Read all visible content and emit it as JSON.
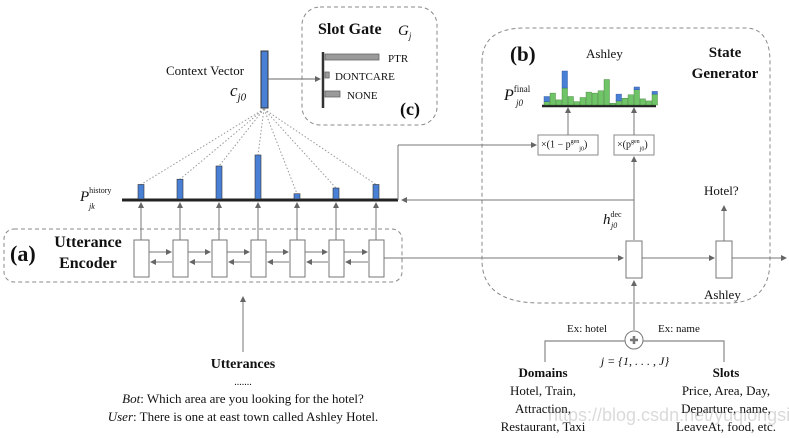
{
  "slot_gate": {
    "title": "Slot Gate",
    "symbol": "G",
    "symbol_sub": "j",
    "label": "(c)",
    "options": [
      {
        "name": "PTR",
        "value": 0.9
      },
      {
        "name": "DONTCARE",
        "value": 0.07
      },
      {
        "name": "NONE",
        "value": 0.25
      }
    ]
  },
  "context_vector": {
    "label": "Context Vector",
    "symbol": "c",
    "symbol_sub": "j0"
  },
  "history": {
    "symbol": "P",
    "sup": "history",
    "sub": "jk",
    "attention": [
      0.33,
      0.45,
      0.75,
      1.0,
      0.12,
      0.25,
      0.33
    ]
  },
  "encoder": {
    "label": "(a)",
    "title_line1": "Utterance",
    "title_line2": "Encoder",
    "cells": 7
  },
  "utterances": {
    "title": "Utterances",
    "ellipsis": ".......",
    "lines": [
      {
        "speaker": "Bot",
        "text": ": Which area are you looking for the hotel?"
      },
      {
        "speaker": "User",
        "text": ": There is one at east town called Ashley Hotel."
      }
    ]
  },
  "state_generator": {
    "label": "(b)",
    "title_line1": "State",
    "title_line2": "Generator",
    "output_word": "Ashley",
    "final_symbol": "P",
    "final_sup": "final",
    "final_sub": "j0",
    "gate_left": "×(1 − p",
    "gate_right": "×(p",
    "gen_sup": "gen",
    "gen_sub": "j0",
    "hidden_symbol": "h",
    "hidden_sup": "dec",
    "hidden_sub": "j0",
    "next_output": "Hotel?",
    "next_input": "Ashley",
    "final_dist": {
      "green": [
        0.1,
        0.35,
        0.15,
        0.5,
        0.25,
        0.1,
        0.22,
        0.38,
        0.35,
        0.42,
        0.75,
        0.05,
        0.12,
        0.2,
        0.3,
        0.45,
        0.18,
        0.12,
        0.32
      ],
      "blue": [
        0.15,
        0,
        0,
        0.5,
        0,
        0,
        0,
        0,
        0,
        0,
        0,
        0,
        0.2,
        0,
        0,
        0.08,
        0,
        0,
        0.08
      ]
    }
  },
  "inputs": {
    "domain_example": "Ex: hotel",
    "slot_example": "Ex: name",
    "index_formula": "j = {1, . . . , J}",
    "domains_title": "Domains",
    "domains_lines": [
      "Hotel, Train,",
      "Attraction,",
      "Restaurant, Taxi"
    ],
    "slots_title": "Slots",
    "slots_lines": [
      "Price, Area, Day,",
      "Departure, name,",
      "LeaveAt, food, etc."
    ]
  },
  "watermark": "https://blog.csdn.net/yuqiongsight",
  "colors": {
    "blue": "#4a7fd6",
    "green": "#6fc467",
    "gray_bar": "#9a9a9a",
    "line": "#777777",
    "dash": "#888888"
  }
}
